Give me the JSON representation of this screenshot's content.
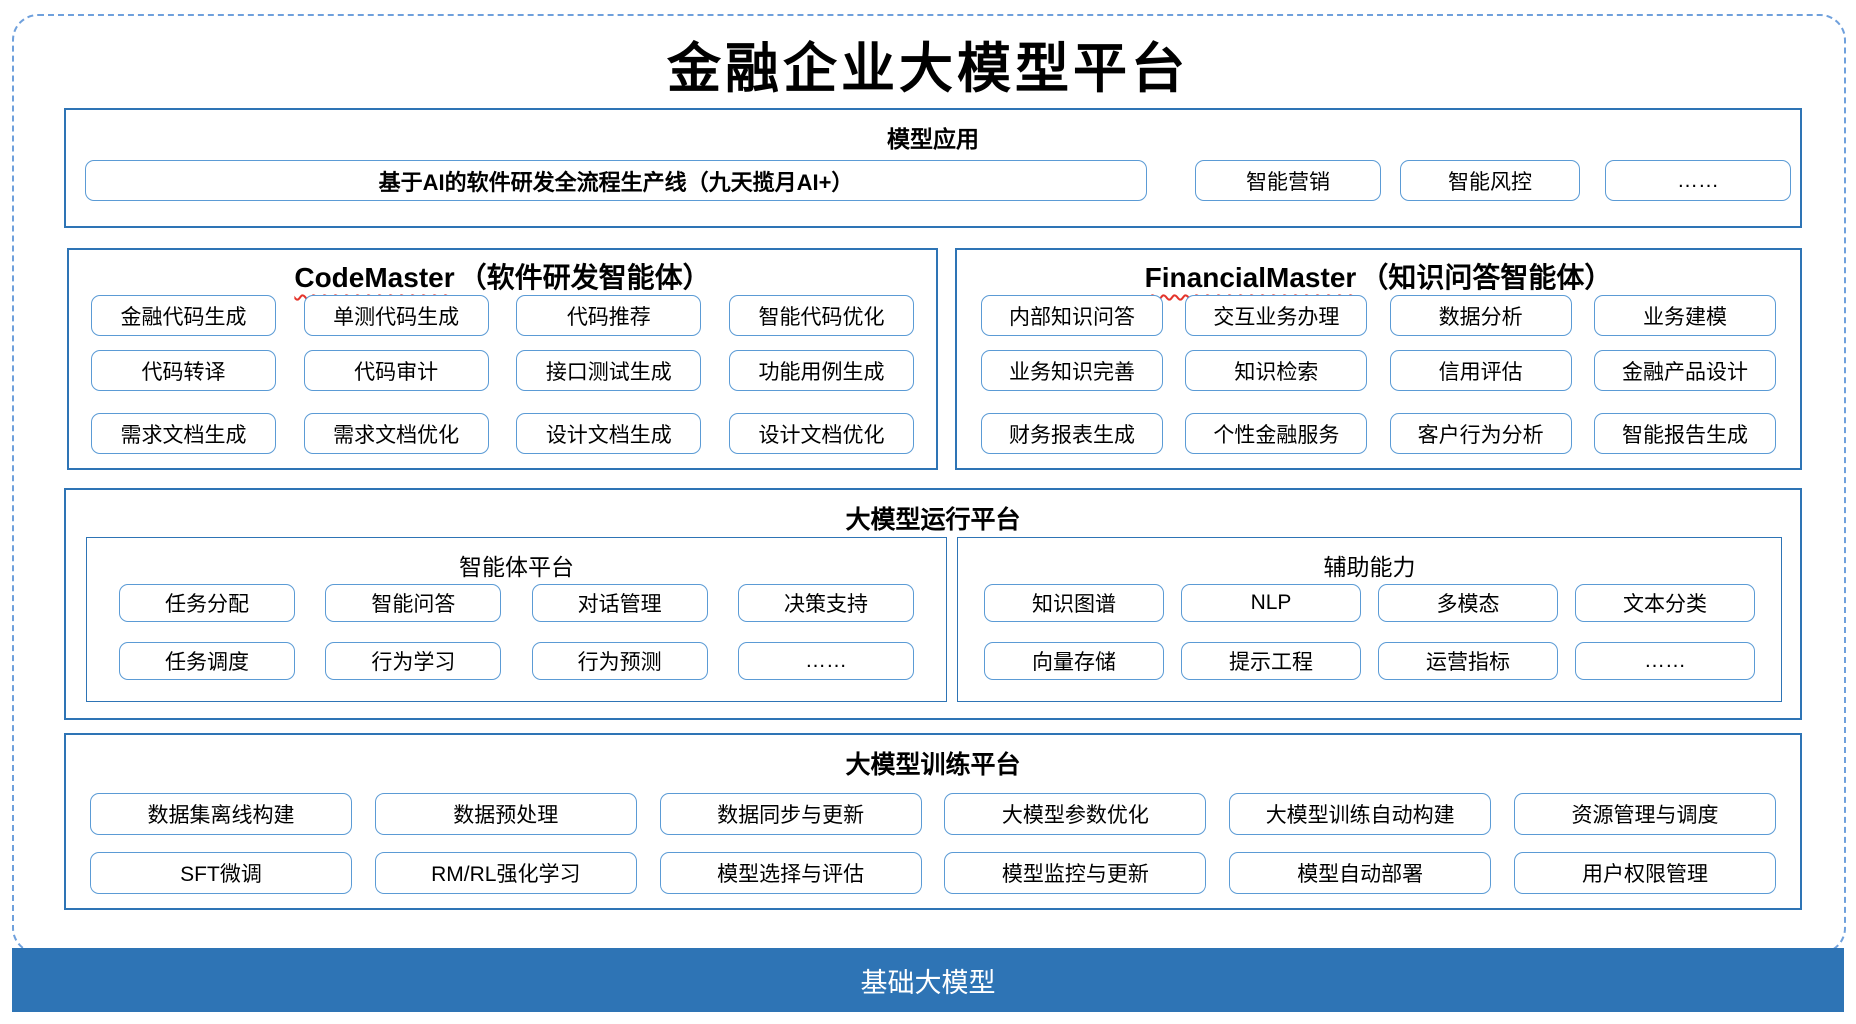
{
  "title": "金融企业大模型平台",
  "colors": {
    "outer_dashed_border": "#6FA0DC",
    "section_border": "#2E74B5",
    "box_border": "#5B9BD5",
    "footer_background": "#2E74B5",
    "spellcheck_underline": "#E4342B"
  },
  "model_application": {
    "title": "模型应用",
    "main_box": "基于AI的软件研发全流程生产线（九天揽月AI+）",
    "boxes": [
      "智能营销",
      "智能风控",
      "……"
    ]
  },
  "code_master": {
    "title_en": "CodeMaster",
    "title_zh": "（软件研发智能体）",
    "rows": [
      [
        "金融代码生成",
        "单测代码生成",
        "代码推荐",
        "智能代码优化"
      ],
      [
        "代码转译",
        "代码审计",
        "接口测试生成",
        "功能用例生成"
      ],
      [
        "需求文档生成",
        "需求文档优化",
        "设计文档生成",
        "设计文档优化"
      ]
    ]
  },
  "financial_master": {
    "title_en": "FinancialMaster",
    "title_zh": "（知识问答智能体）",
    "rows": [
      [
        "内部知识问答",
        "交互业务办理",
        "数据分析",
        "业务建模"
      ],
      [
        "业务知识完善",
        "知识检索",
        "信用评估",
        "金融产品设计"
      ],
      [
        "财务报表生成",
        "个性金融服务",
        "客户行为分析",
        "智能报告生成"
      ]
    ]
  },
  "runtime_platform": {
    "title": "大模型运行平台",
    "agent_platform": {
      "title": "智能体平台",
      "rows": [
        [
          "任务分配",
          "智能问答",
          "对话管理",
          "决策支持"
        ],
        [
          "任务调度",
          "行为学习",
          "行为预测",
          "……"
        ]
      ]
    },
    "aux_capability": {
      "title": "辅助能力",
      "rows": [
        [
          "知识图谱",
          "NLP",
          "多模态",
          "文本分类"
        ],
        [
          "向量存储",
          "提示工程",
          "运营指标",
          "……"
        ]
      ]
    }
  },
  "training_platform": {
    "title": "大模型训练平台",
    "rows": [
      [
        "数据集离线构建",
        "数据预处理",
        "数据同步与更新",
        "大模型参数优化",
        "大模型训练自动构建",
        "资源管理与调度"
      ],
      [
        "SFT微调",
        "RM/RL强化学习",
        "模型选择与评估",
        "模型监控与更新",
        "模型自动部署",
        "用户权限管理"
      ]
    ]
  },
  "footer": {
    "label": "基础大模型"
  }
}
